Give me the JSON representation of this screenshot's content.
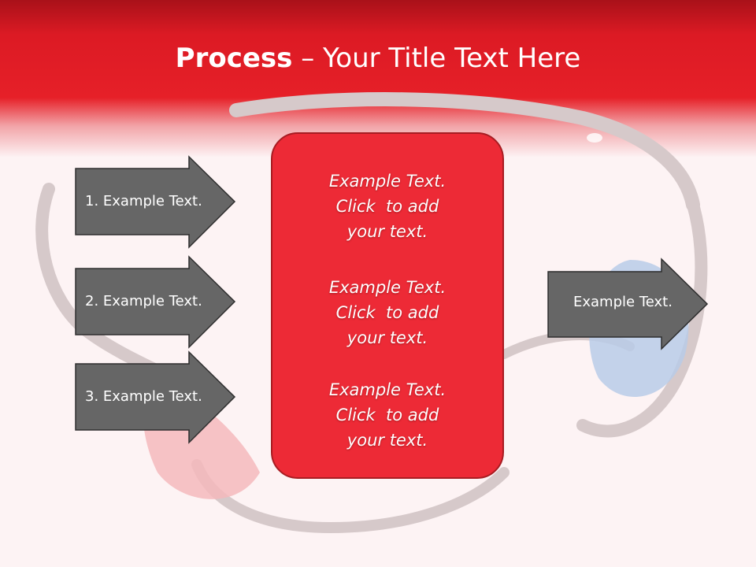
{
  "slide": {
    "title_bold": "Process",
    "title_dash": " – ",
    "title_rest": "Your Title Text Here",
    "background_image": "3d-glasses-red-blue",
    "colors": {
      "header": "#e62028",
      "box_fill": "#ed2a36",
      "arrow_fill": "#666666",
      "text": "#ffffff"
    }
  },
  "left_arrows": [
    {
      "label": "1. Example Text."
    },
    {
      "label": "2. Example Text."
    },
    {
      "label": "3. Example Text."
    }
  ],
  "center_box": {
    "paragraphs": [
      {
        "lines": [
          "Example Text.",
          "Click  to add",
          "your text."
        ]
      },
      {
        "lines": [
          "Example Text.",
          "Click  to add",
          "your text."
        ]
      },
      {
        "lines": [
          "Example Text.",
          "Click  to add",
          "your text."
        ]
      }
    ]
  },
  "right_arrow": {
    "label": "Example Text."
  }
}
